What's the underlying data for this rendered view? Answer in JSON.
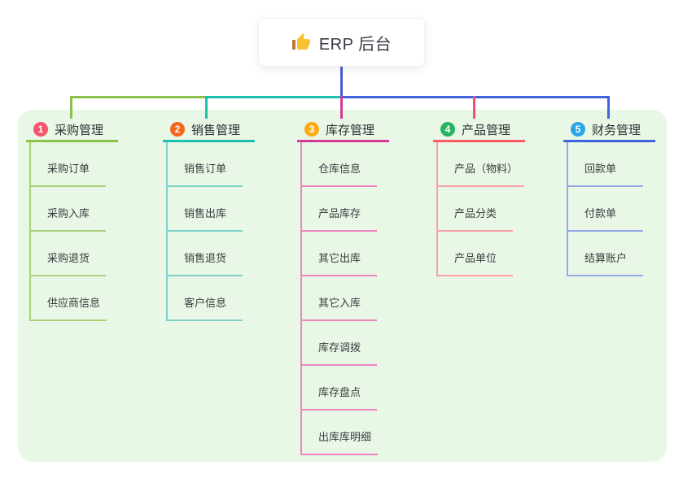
{
  "root": {
    "title": "ERP 后台",
    "icon": "thumbs-up-icon"
  },
  "branches": [
    {
      "badge": "1",
      "title": "采购管理",
      "badge_color": "#f3566a",
      "line_color": "#8bc34a",
      "child_line_color": "#a8d178",
      "children": [
        "采购订单",
        "采购入库",
        "采购退货",
        "供应商信息"
      ]
    },
    {
      "badge": "2",
      "title": "销售管理",
      "badge_color": "#f2681c",
      "line_color": "#1fbfb0",
      "child_line_color": "#7fd2c9",
      "children": [
        "销售订单",
        "销售出库",
        "销售退货",
        "客户信息"
      ]
    },
    {
      "badge": "3",
      "title": "库存管理",
      "badge_color": "#fbab18",
      "line_color": "#d63a94",
      "child_line_color": "#ee85c1",
      "children": [
        "仓库信息",
        "产品库存",
        "其它出库",
        "其它入库",
        "库存调拨",
        "库存盘点",
        "出库库明细"
      ]
    },
    {
      "badge": "4",
      "title": "产品管理",
      "badge_color": "#28b461",
      "line_color": "#fa5a62",
      "child_line_color": "#fba0a4",
      "children": [
        "产品（物料）",
        "产品分类",
        "产品单位"
      ]
    },
    {
      "badge": "5",
      "title": "财务管理",
      "badge_color": "#2ba7e8",
      "line_color": "#3e63dd",
      "child_line_color": "#94a9ea",
      "children": [
        "回款单",
        "付款单",
        "结算账户"
      ]
    }
  ],
  "colors": {
    "panel_bg": "#e9f7e6",
    "root_line": "#4a5ad0",
    "text": "#2d2f33",
    "thumb_yellow": "#f7c331",
    "thumb_cuff": "#b9793a"
  }
}
